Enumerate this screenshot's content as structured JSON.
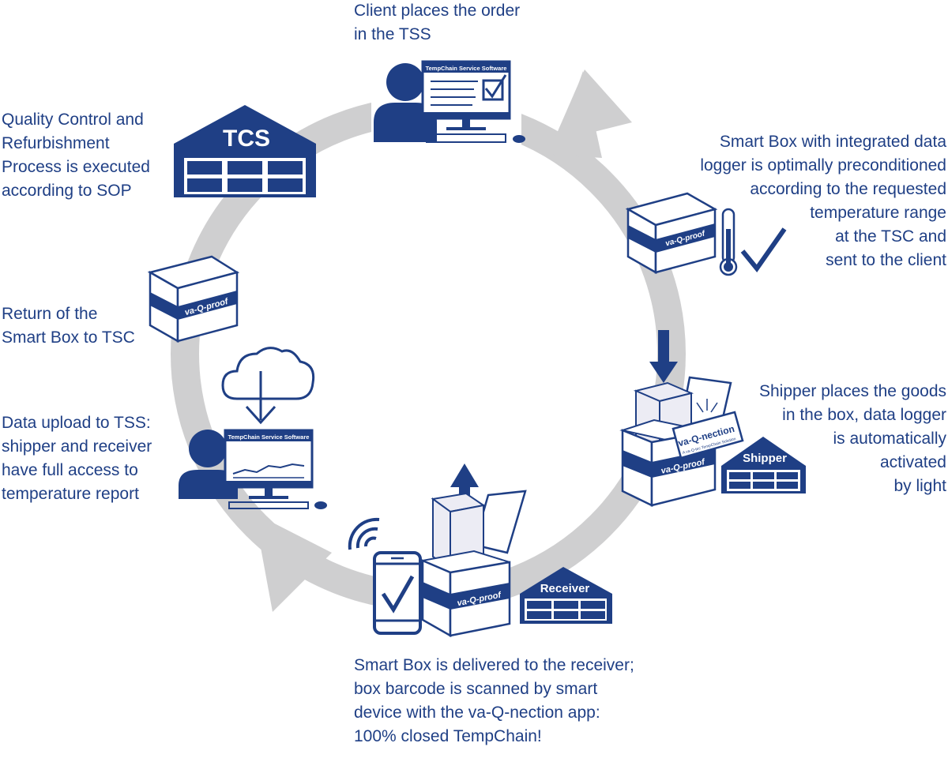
{
  "colors": {
    "navy": "#1f3f85",
    "ring": "#cfcfd0",
    "box_light": "#e9e9f2"
  },
  "icons": [
    "person-icon",
    "computer-monitor-icon",
    "checkbox-icon",
    "warehouse-icon",
    "box-icon",
    "thermometer-icon",
    "checkmark-icon",
    "arrow-down-icon",
    "arrow-up-icon",
    "smartphone-icon",
    "wifi-signal-icon",
    "cloud-download-icon",
    "data-logger-card-icon"
  ],
  "steps": {
    "order": "Client places the order\nin the TSS",
    "precondition": "Smart Box with integrated data\nlogger is optimally preconditioned\naccording to the requested\ntemperature range\nat the TSC and\nsent to the client",
    "shipper": "Shipper places the goods\nin the box, data logger\nis automatically\nactivated\nby light",
    "delivered": "Smart Box is delivered to the receiver;\nbox barcode is scanned by smart\ndevice with the va-Q-nection app:\n100% closed TempChain!",
    "upload": "Data upload to TSS:\nshipper and receiver\nhave full access to\ntemperature report",
    "return": "Return of the\nSmart Box to TSC",
    "quality": "Quality Control and\nRefurbishment\nProcess is executed\naccording to SOP"
  },
  "graphics": {
    "software_title": "TempChain Service Software",
    "tcs_label": "TCS",
    "shipper_label": "Shipper",
    "receiver_label": "Receiver",
    "box_brand": "va-Q-proof",
    "logger_brand": "va-Q-nection",
    "logger_sub": "A va-Q-tec TempChain Solution"
  }
}
